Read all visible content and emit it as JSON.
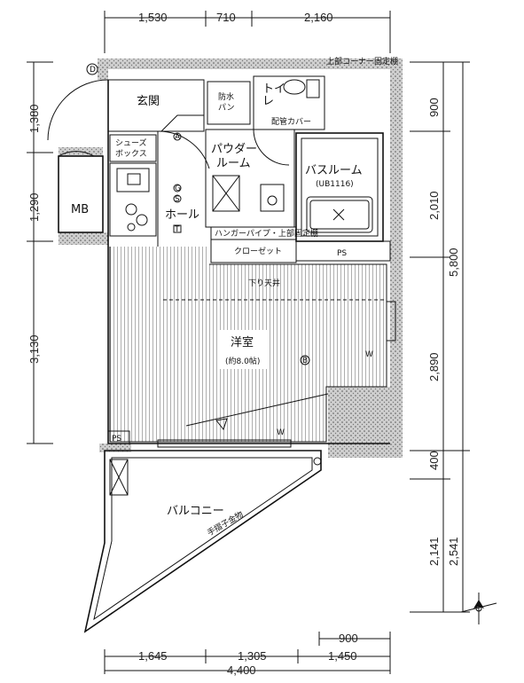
{
  "dimensions": {
    "top": [
      "1,530",
      "710",
      "2,160"
    ],
    "left": [
      "1,380",
      "1,290",
      "3,130"
    ],
    "right": [
      "900",
      "2,010",
      "2,890",
      "400",
      "5,800",
      "2,141",
      "2,541"
    ],
    "bottom": [
      "900",
      "1,645",
      "1,305",
      "1,450",
      "4,400"
    ]
  },
  "rooms": {
    "genkan": "玄関",
    "shoes_box_1": "シューズ",
    "shoes_box_2": "ボックス",
    "mb": "MB",
    "hall": "ホール",
    "powder_1": "パウダー",
    "powder_2": "ルーム",
    "bosui_1": "防水",
    "bosui_2": "パン",
    "toilet": "トイレ",
    "bathroom": "バスルーム",
    "bathroom_spec": "(UB1116)",
    "ps_bath": "PS",
    "hanger": "ハンガーパイプ・上部固定棚",
    "closet": "クローゼット",
    "ceiling": "下り天井",
    "western": "洋室",
    "western_size": "(約8.0帖)",
    "ps_room": "PS",
    "balcony": "バルコニー",
    "railing": "手摺子金物",
    "upper_corner_shelf": "上部コーナー固定棚",
    "cover": "配管カバー"
  },
  "markers": {
    "d": "D",
    "w": "W",
    "w2": "W",
    "b": "B",
    "a": "A",
    "g": "G",
    "s": "S",
    "t": "T"
  }
}
